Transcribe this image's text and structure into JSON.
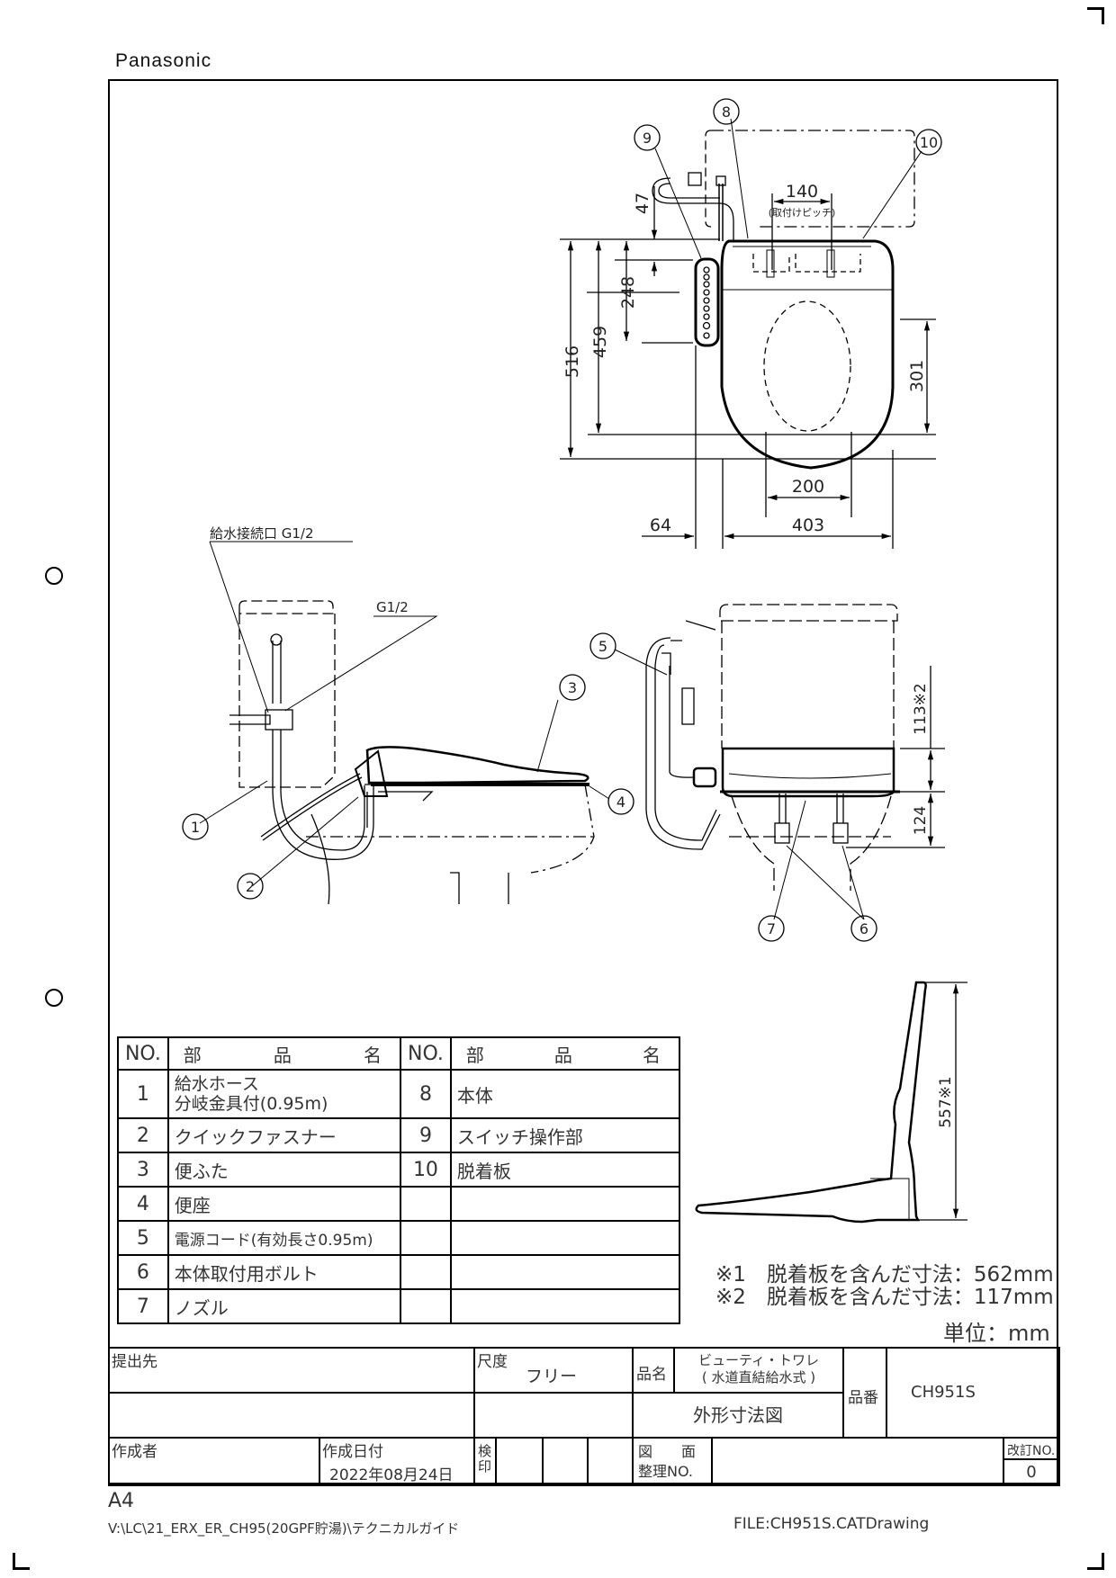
{
  "brand": "Panasonic",
  "plan_view": {
    "callouts": [
      "8",
      "9",
      "10"
    ],
    "dimensions": {
      "overall_depth": "516",
      "seat_depth": "459",
      "control_to_front": "248",
      "control_offset": "47",
      "mount_pitch": "140",
      "mount_pitch_note": "(取付けピッチ)",
      "opening_length": "301",
      "opening_width": "200",
      "control_width": "64",
      "overall_width": "403"
    }
  },
  "side_view": {
    "supply_label": "給水接続口 G1/2",
    "thread_label": "G1/2",
    "callouts": [
      "1",
      "2",
      "3",
      "4"
    ]
  },
  "rear_view": {
    "callouts": [
      "5",
      "6",
      "7"
    ],
    "dimensions": {
      "height_upper": "113※2",
      "height_lower": "124"
    }
  },
  "profile_view": {
    "dimensions": {
      "open_height": "557※1"
    }
  },
  "parts_table": {
    "headers": {
      "no": "NO.",
      "name_chars": [
        "部",
        "品",
        "名"
      ]
    },
    "rows": [
      {
        "no_left": "1",
        "name_left": "給水ホース\n分岐金具付(0.95m)",
        "no_right": "8",
        "name_right": "本体"
      },
      {
        "no_left": "2",
        "name_left": "クイックファスナー",
        "no_right": "9",
        "name_right": "スイッチ操作部"
      },
      {
        "no_left": "3",
        "name_left": "便ふた",
        "no_right": "10",
        "name_right": "脱着板"
      },
      {
        "no_left": "4",
        "name_left": "便座",
        "no_right": "",
        "name_right": ""
      },
      {
        "no_left": "5",
        "name_left": "電源コード(有効長さ0.95m)",
        "no_right": "",
        "name_right": ""
      },
      {
        "no_left": "6",
        "name_left": "本体取付用ボルト",
        "no_right": "",
        "name_right": ""
      },
      {
        "no_left": "7",
        "name_left": "ノズル",
        "no_right": "",
        "name_right": ""
      }
    ]
  },
  "notes": [
    "※1　脱着板を含んだ寸法：562mm",
    "※2　脱着板を含んだ寸法：117mm"
  ],
  "unit_label": "単位：mm",
  "title_block": {
    "submit_to_label": "提出先",
    "scale_label": "尺度",
    "scale_value": "フリー",
    "product_name_label": "品名",
    "product_name_line1": "ビューティ・トワレ",
    "product_name_line2": "( 水道直結給水式 )",
    "drawing_title": "外形寸法図",
    "product_no_label": "品番",
    "product_no": "CH951S",
    "author_label": "作成者",
    "date_label": "作成日付",
    "date_value": "2022年08月24日",
    "inspection_label": "検\n印",
    "drawing_no_label_1": "図　　面",
    "drawing_no_label_2": "整理NO.",
    "revision_label": "改訂NO.",
    "revision_value": "0"
  },
  "footer": {
    "paper_size": "A4",
    "path": "V:\\LC\\21_ERX_ER_CH95(20GPF貯湯)\\テクニカルガイド",
    "file": "FILE:CH951S.CATDrawing"
  }
}
